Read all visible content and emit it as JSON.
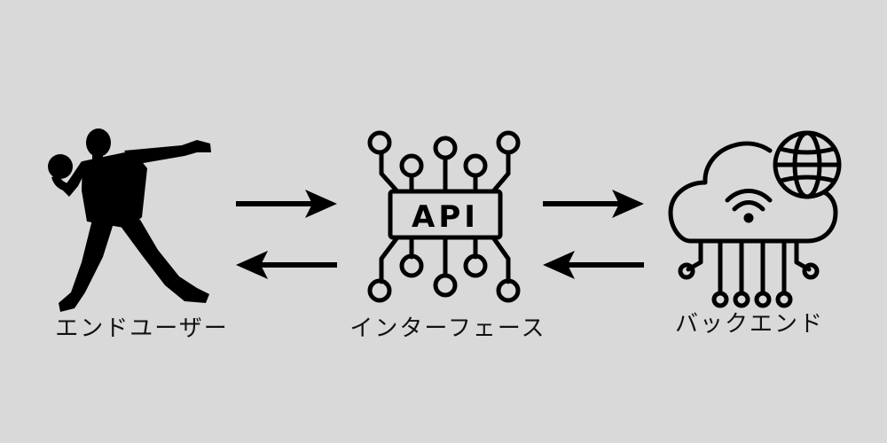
{
  "nodes": {
    "end_user": {
      "label": "エンドユーザー",
      "icon": "thrower-silhouette-icon"
    },
    "interface": {
      "label": "インターフェース",
      "icon": "api-chip-icon",
      "chip_text": "API"
    },
    "backend": {
      "label": "バックエンド",
      "icon": "cloud-globe-icon"
    }
  },
  "edges": [
    {
      "from": "end_user",
      "to": "interface"
    },
    {
      "from": "interface",
      "to": "end_user"
    },
    {
      "from": "interface",
      "to": "backend"
    },
    {
      "from": "backend",
      "to": "interface"
    }
  ],
  "colors": {
    "background": "#d9d9d9",
    "ink": "#000000"
  }
}
